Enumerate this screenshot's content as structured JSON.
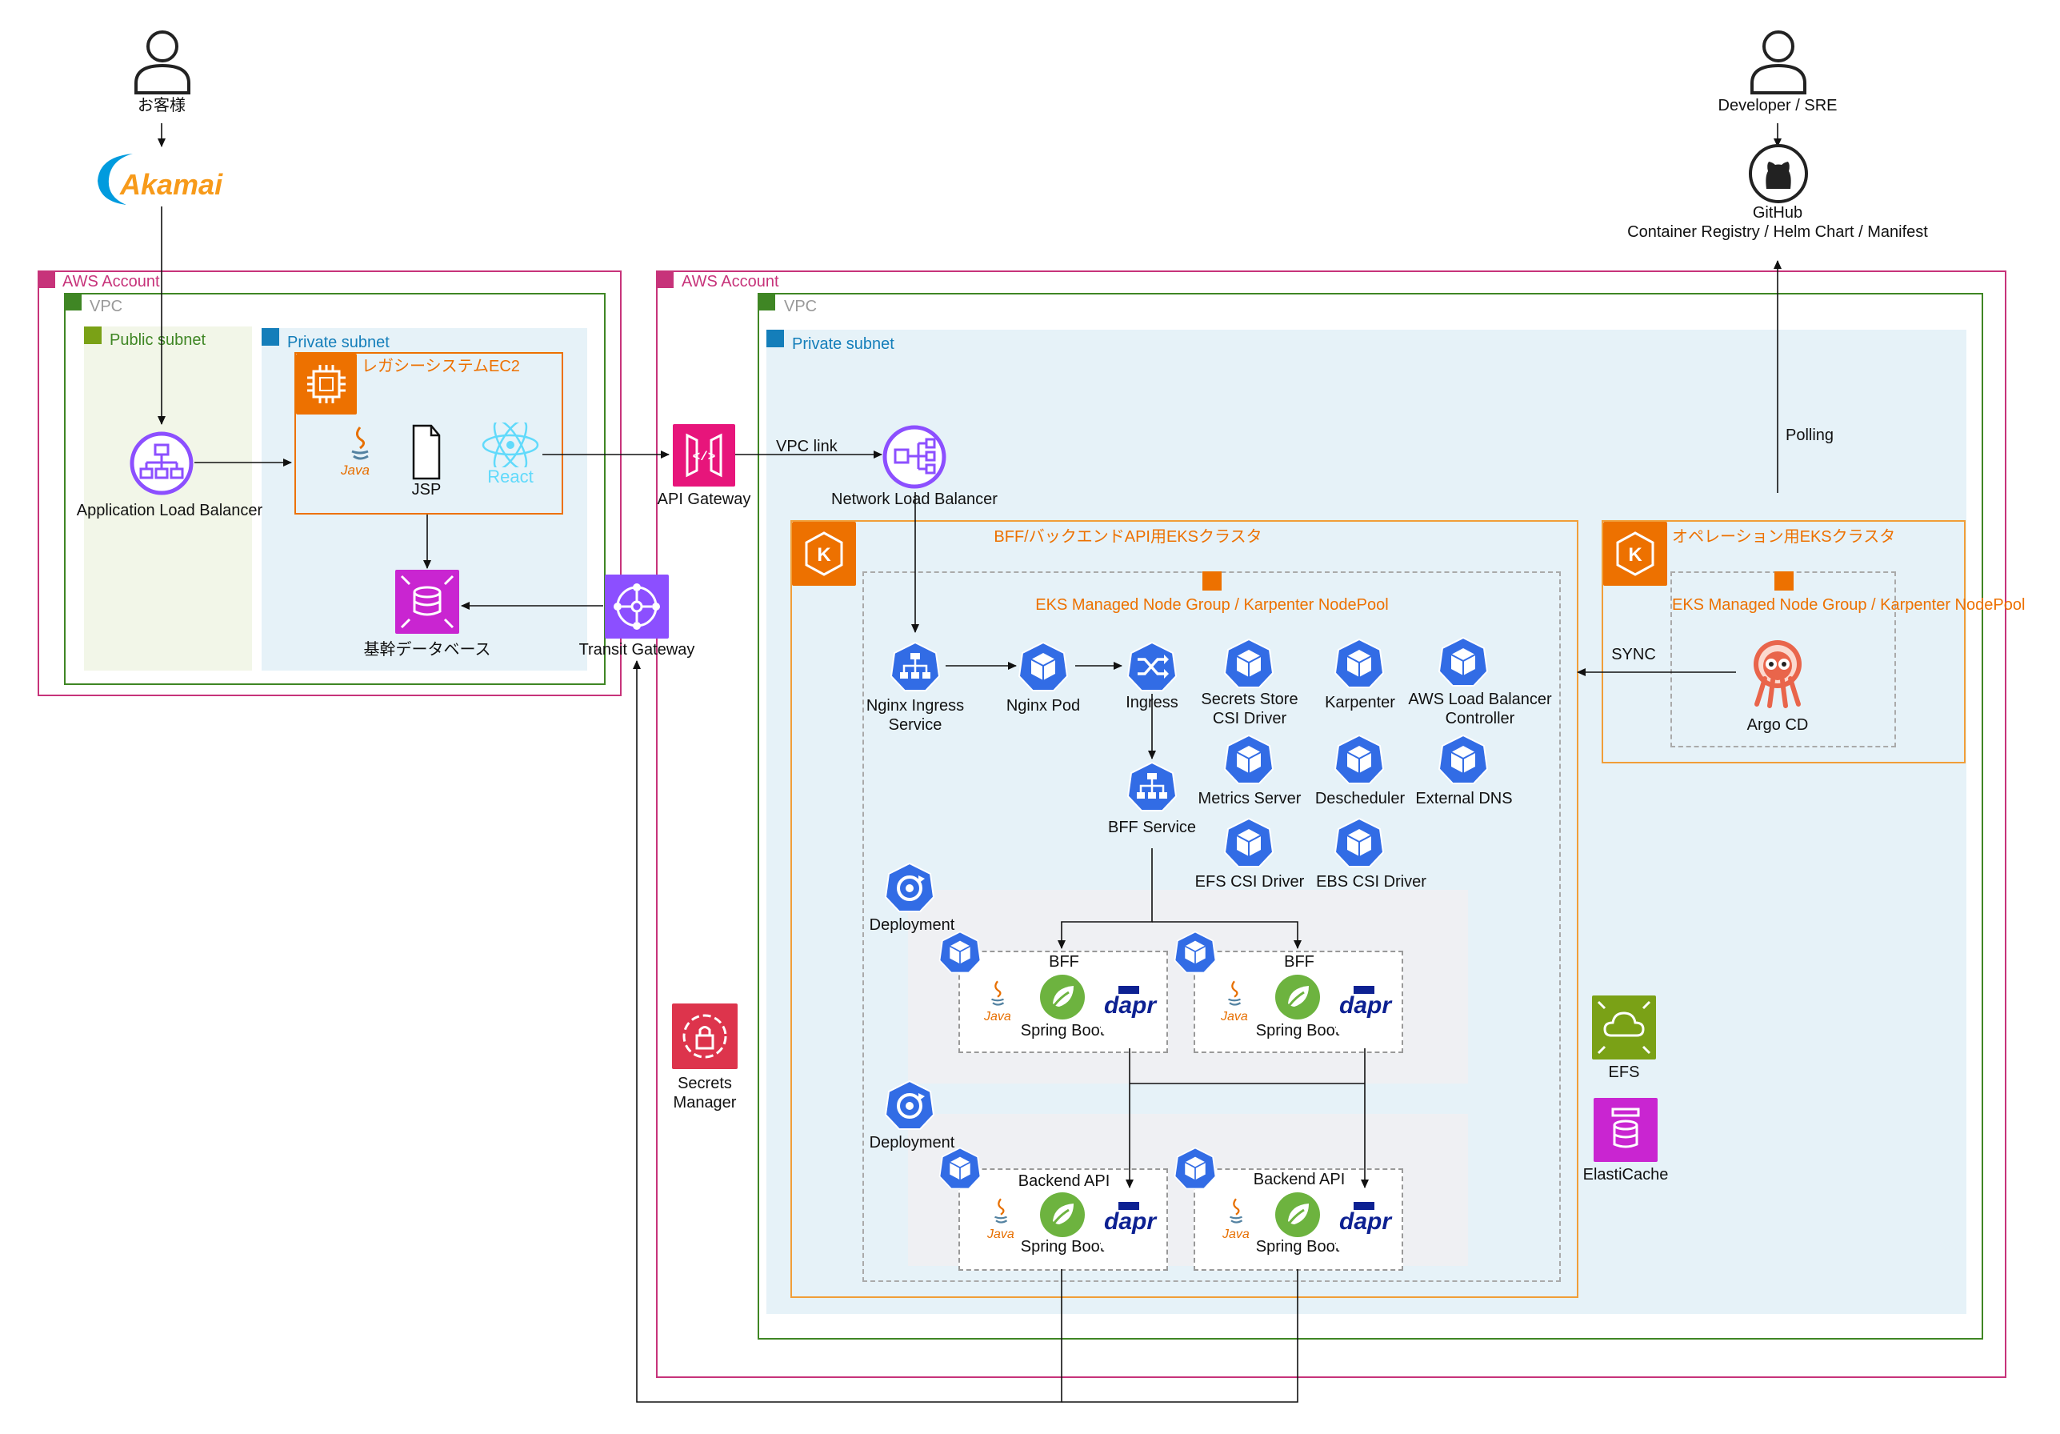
{
  "actors": {
    "customer": "お客様",
    "developer": "Developer / SRE"
  },
  "akamai": "Akamai",
  "github": {
    "name": "GitHub",
    "desc": "Container Registry / Helm Chart / Manifest"
  },
  "left_account": {
    "account_label": "AWS Account",
    "vpc_label": "VPC",
    "public_subnet_label": "Public subnet",
    "private_subnet_label": "Private subnet",
    "alb_label": "Application Load Balancer",
    "ec2_label": "レガシーシステムEC2",
    "java_label": "Java",
    "jsp_label": "JSP",
    "react_label": "React",
    "db_label": "基幹データベース",
    "tgw_label": "Transit Gateway"
  },
  "right_account": {
    "account_label": "AWS Account",
    "vpc_label": "VPC",
    "private_subnet_label": "Private subnet",
    "apigw_label": "API Gateway",
    "vpclink_label": "VPC link",
    "nlb_label": "Network Load Balancer",
    "polling_label": "Polling",
    "secrets_label": "Secrets Manager",
    "efs_label": "EFS",
    "elasticache_label": "ElastiCache"
  },
  "bff_cluster": {
    "title": "BFF/バックエンドAPI用EKSクラスタ",
    "nodegroup": "EKS Managed Node Group / Karpenter NodePool",
    "components": {
      "nginx_ingress_service": "Nginx Ingress Service",
      "nginx_pod": "Nginx Pod",
      "ingress": "Ingress",
      "secrets_store": "Secrets Store CSI Driver",
      "karpenter": "Karpenter",
      "aws_lb_controller": "AWS Load Balancer Controller",
      "bff_service": "BFF Service",
      "metrics_server": "Metrics Server",
      "descheduler": "Descheduler",
      "external_dns": "External DNS",
      "efs_csi": "EFS CSI Driver",
      "ebs_csi": "EBS CSI Driver"
    },
    "deployment_label": "Deployment",
    "bff_pod_label": "BFF",
    "backend_pod_label": "Backend API",
    "java_label": "Java",
    "spring_label": "Spring Boot",
    "dapr_label": "dapr"
  },
  "ops_cluster": {
    "title": "オペレーション用EKSクラスタ",
    "nodegroup": "EKS Managed Node Group / Karpenter NodePool",
    "argocd_label": "Argo CD",
    "sync_label": "SYNC"
  },
  "colors": {
    "account": "#c7337a",
    "vpc": "#3f8624",
    "public_subnet": "#f2f6e8",
    "private_subnet": "#e6f2f8",
    "eks": "#ed7100",
    "network": "#8c4fff",
    "database": "#c925d1",
    "security": "#dd344c",
    "storage": "#7aa116",
    "k8s": "#326ce5"
  }
}
